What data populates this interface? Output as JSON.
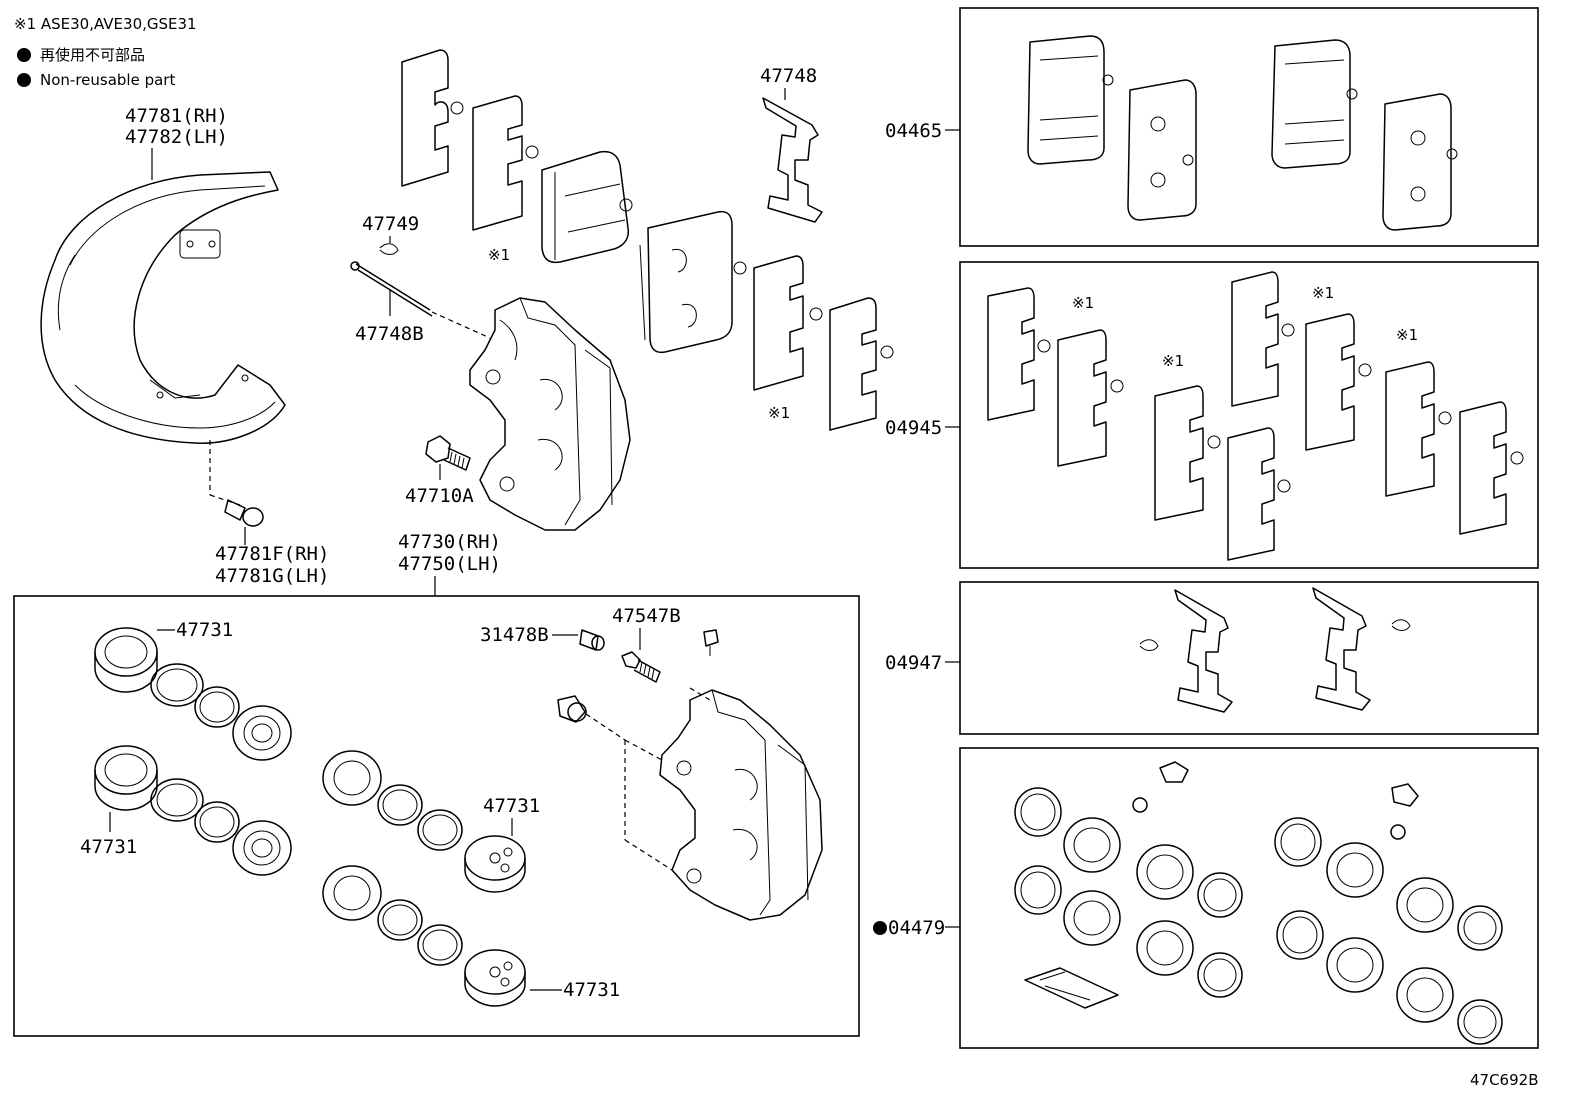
{
  "notes": {
    "applicability": "※1 ASE30,AVE30,GSE31",
    "legend_jp": "再使用不可部品",
    "legend_en": "Non-reusable part"
  },
  "labels": {
    "p47781": "47781(RH)",
    "p47782": "47782(LH)",
    "p47781F": "47781F(RH)",
    "p47781G": "47781G(LH)",
    "p47749": "47749",
    "p47748B": "47748B",
    "p47710A": "47710A",
    "p47748": "47748",
    "p47730": "47730(RH)",
    "p47750": "47750(LH)",
    "p47731_a": "47731",
    "p47731_b": "47731",
    "p47731_c": "47731",
    "p47731_d": "47731",
    "p31478B": "31478B",
    "p47547B": "47547B",
    "k04465": "04465",
    "k04945": "04945",
    "k04947": "04947",
    "k04479": "04479",
    "mark1": "※1",
    "mark2": "※1",
    "mark3": "※1",
    "mark4": "※1",
    "mark5": "※1",
    "mark6": "※1",
    "drawing_ref": "47C692B"
  }
}
